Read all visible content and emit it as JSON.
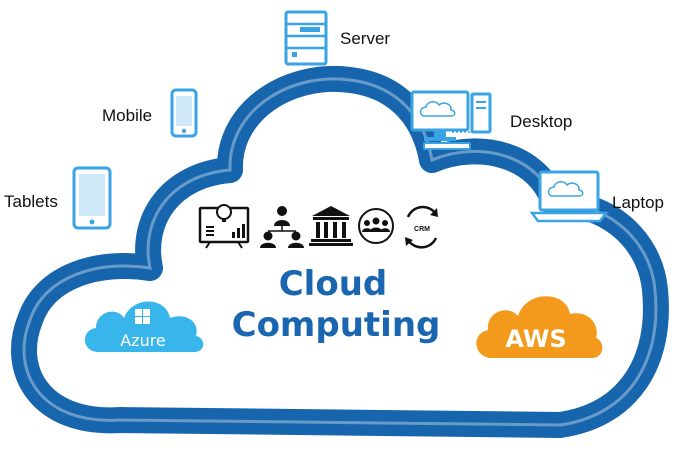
{
  "title": {
    "line1": "Cloud",
    "line2": "Computing"
  },
  "devices": {
    "server": "Server",
    "mobile": "Mobile",
    "desktop": "Desktop",
    "tablets": "Tablets",
    "laptop": "Laptop"
  },
  "providers": {
    "azure": "Azure",
    "aws": "AWS"
  },
  "service_icons": {
    "crm": "CRM",
    "icons": [
      "analytics-dashboard-icon",
      "org-hierarchy-icon",
      "bank-icon",
      "team-group-icon",
      "crm-cycle-icon"
    ]
  },
  "colors": {
    "cloud_outline": "#1766ad",
    "cloud_fill": "#ffffff",
    "title": "#1a66b0",
    "device_blue": "#3aa3e3",
    "azure": "#38b5ea",
    "aws": "#f39a1c"
  }
}
